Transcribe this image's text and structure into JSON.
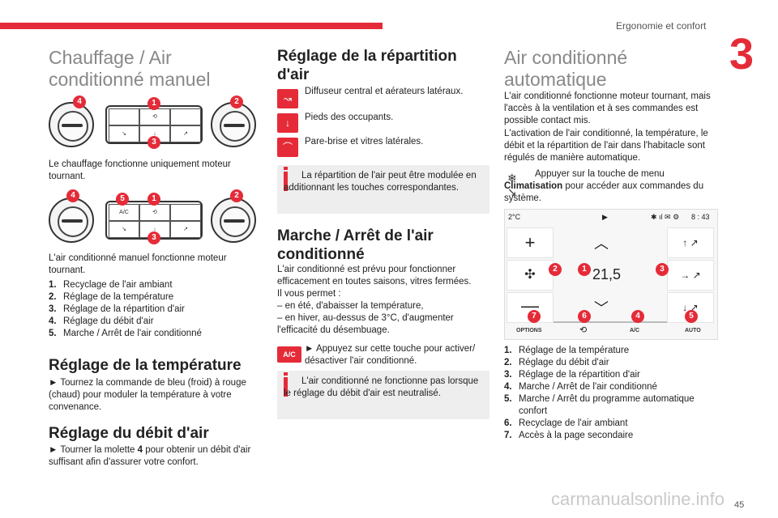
{
  "header": {
    "section": "Ergonomie et confort",
    "chapter": "3",
    "page": "45"
  },
  "watermark": "carmanualsonline.info",
  "col1": {
    "title": "Chauffage / Air conditionné manuel",
    "fig1_callouts": [
      "4",
      "1",
      "2",
      "3"
    ],
    "p1": "Le chauffage fonctionne uniquement moteur tournant.",
    "fig2_callouts": [
      "4",
      "5",
      "1",
      "2",
      "3"
    ],
    "p2": "L'air conditionné manuel fonctionne moteur tournant.",
    "list": [
      {
        "n": "1.",
        "t": "Recyclage de l'air ambiant"
      },
      {
        "n": "2.",
        "t": "Réglage de la température"
      },
      {
        "n": "3.",
        "t": "Réglage de la répartition d'air"
      },
      {
        "n": "4.",
        "t": "Réglage du débit d'air"
      },
      {
        "n": "5.",
        "t": "Marche / Arrêt de l'air conditionné"
      }
    ],
    "h_temp": "Réglage de la température",
    "p_temp": "► Tournez la commande de bleu (froid) à rouge (chaud) pour moduler la température à votre convenance.",
    "h_debit": "Réglage du débit d'air",
    "p_debit_a": "► Tourner la molette ",
    "p_debit_b": "4",
    "p_debit_c": " pour obtenir un débit d'air suffisant afin d'assurer votre confort."
  },
  "col2": {
    "h_rep": "Réglage de la répartition d'air",
    "rep_items": [
      "Diffuseur central et aérateurs latéraux.",
      "Pieds des occupants.",
      "Pare-brise et vitres latérales."
    ],
    "note1": "La répartition de l'air peut être modulée en additionnant les touches correspondantes.",
    "h_ma": "Marche / Arrêt de l'air conditionné",
    "p_ma1": "L'air conditionné est prévu pour fonctionner efficacement en toutes saisons, vitres fermées.",
    "p_ma2": "Il vous permet :",
    "p_ma3": "– en été, d'abaisser la température,",
    "p_ma4": "– en hiver, au-dessus de 3°C, d'augmenter l'efficacité du désembuage.",
    "ac_label": "A/C",
    "p_ma5": "► Appuyez sur cette touche pour activer/ désactiver l'air conditionné.",
    "note2": "L'air conditionné ne fonctionne pas lorsque le réglage du débit d'air est neutralisé."
  },
  "col3": {
    "title": "Air conditionné automatique",
    "p1": "L'air conditionné fonctionne moteur tournant, mais l'accès à la ventilation et à ses commandes est possible contact mis.",
    "p2": "L'activation de l'air conditionné, la température, le débit et la répartition de l'air dans l'habitacle sont régulés de manière automatique.",
    "p3a": "Appuyer sur la touche de menu ",
    "p3b": "Climatisation",
    "p3c": " pour accéder aux commandes du système.",
    "screen": {
      "outside_temp": "2°C",
      "time": "8 : 43",
      "temp_value": "21,5",
      "bottom": [
        "OPTIONS",
        "A/C",
        "AUTO"
      ],
      "callouts": [
        "2",
        "1",
        "3",
        "7",
        "6",
        "4",
        "5"
      ]
    },
    "list": [
      {
        "n": "1.",
        "t": "Réglage de la température"
      },
      {
        "n": "2.",
        "t": "Réglage du débit d'air"
      },
      {
        "n": "3.",
        "t": "Réglage de la répartition d'air"
      },
      {
        "n": "4.",
        "t": "Marche / Arrêt de l'air conditionné"
      },
      {
        "n": "5.",
        "t": "Marche / Arrêt du programme automatique confort"
      },
      {
        "n": "6.",
        "t": "Recyclage de l'air ambiant"
      },
      {
        "n": "7.",
        "t": "Accès à la page secondaire"
      }
    ]
  }
}
